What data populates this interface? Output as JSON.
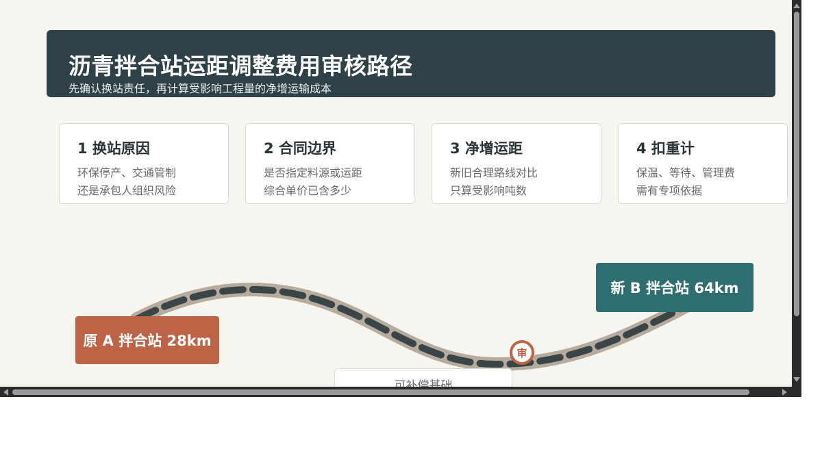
{
  "header": {
    "title": "沥青拌合站运距调整费用审核路径",
    "subtitle": "先确认换站责任，再计算受影响工程量的净增运输成本"
  },
  "steps": [
    {
      "title": "1 换站原因",
      "line1": "环保停产、交通管制",
      "line2": "还是承包人组织风险"
    },
    {
      "title": "2 合同边界",
      "line1": "是否指定料源或运距",
      "line2": "综合单价已含多少"
    },
    {
      "title": "3 净增运距",
      "line1": "新旧合理路线对比",
      "line2": "只算受影响吨数"
    },
    {
      "title": "4 扣重计",
      "line1": "保温、等待、管理费",
      "line2": "需有专项依据"
    }
  ],
  "route": {
    "station_a": "原 A 拌合站 28km",
    "station_b": "新 B 拌合站 64km",
    "audit_marker": "审",
    "basis_label": "可补偿基础"
  },
  "colors": {
    "header_bg": "#2e4147",
    "station_a": "#bd6447",
    "station_b": "#2f6e70",
    "road_outer": "#b6ab9c",
    "road_dash": "#3a4548",
    "page_bg": "#f7f5f0"
  }
}
